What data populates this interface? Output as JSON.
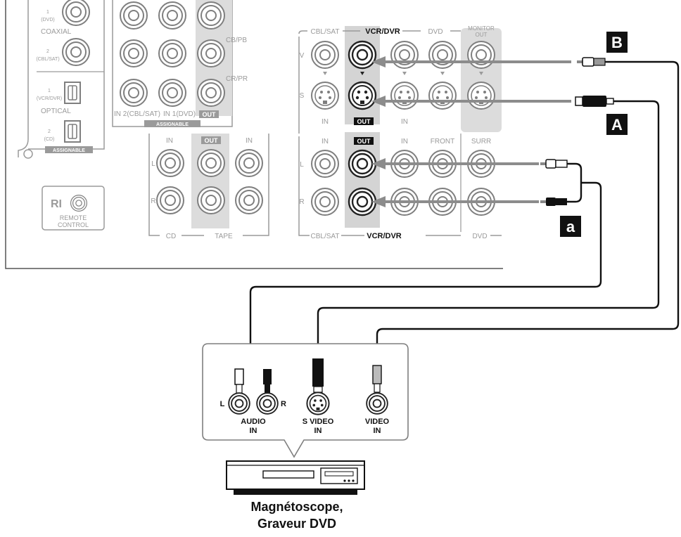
{
  "receiver": {
    "digital_in": {
      "coaxial_label": "COAXIAL",
      "coax_1_num": "1",
      "coax_1_sub": "(DVD)",
      "coax_2_num": "2",
      "coax_2_sub": "(CBL/SAT)",
      "optical_label": "OPTICAL",
      "opt_1_num": "1",
      "opt_1_sub": "(VCR/DVR)",
      "opt_2_num": "2",
      "opt_2_sub": "(CD)",
      "assignable": "ASSIGNABLE"
    },
    "component": {
      "cb_pb": "CB/PB",
      "cr_pr": "CR/PR",
      "in2": "IN 2(CBL/SAT)",
      "in1": "IN 1(DVD)",
      "out": "OUT",
      "assignable": "ASSIGNABLE"
    },
    "audio_cd_tape": {
      "in": "IN",
      "out": "OUT",
      "in2": "IN",
      "l": "L",
      "r": "R",
      "cd": "CD",
      "tape": "TAPE"
    },
    "remote": {
      "ri": "RI",
      "line1": "REMOTE",
      "line2": "CONTROL"
    },
    "video_section": {
      "cbl_sat": "CBL/SAT",
      "vcr_dvr": "VCR/DVR",
      "dvd": "DVD",
      "monitor_1": "MONITOR",
      "monitor_2": "OUT",
      "v": "V",
      "s": "S",
      "in_cbl": "IN",
      "out_vcr": "OUT",
      "in_dvd": "IN"
    },
    "audio_section": {
      "in": "IN",
      "out": "OUT",
      "in2": "IN",
      "front": "FRONT",
      "surr": "SURR",
      "l": "L",
      "r": "R",
      "cbl_sat": "CBL/SAT",
      "vcr_dvr": "VCR/DVR",
      "dvd": "DVD"
    }
  },
  "callouts": {
    "b": "B",
    "a_upper": "A",
    "a_lower": "a"
  },
  "vcr_panel": {
    "l": "L",
    "r": "R",
    "audio_1": "AUDIO",
    "audio_2": "IN",
    "svideo_1": "S VIDEO",
    "svideo_2": "IN",
    "video_1": "VIDEO",
    "video_2": "IN"
  },
  "caption": {
    "line1": "Magnétoscope,",
    "line2": "Graveur DVD"
  }
}
